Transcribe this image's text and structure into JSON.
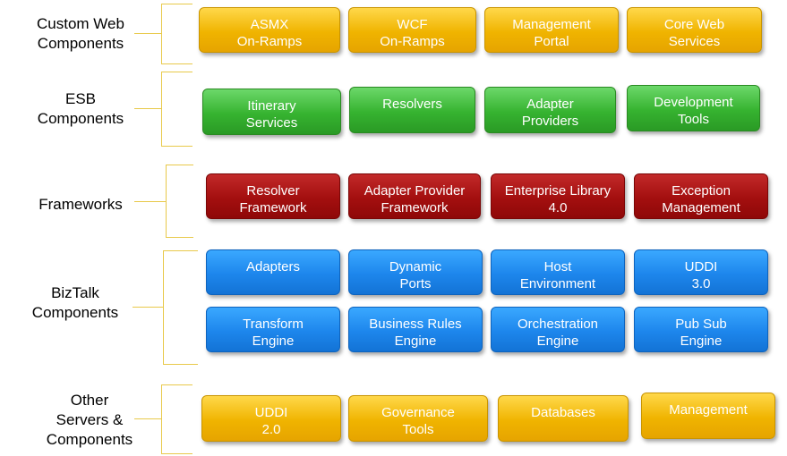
{
  "layers": [
    {
      "label": "Custom Web\nComponents",
      "boxes": [
        "ASMX\nOn-Ramps",
        "WCF\nOn-Ramps",
        "Management\nPortal",
        "Core Web\nServices"
      ]
    },
    {
      "label": "ESB\nComponents",
      "boxes": [
        "Itinerary\nServices",
        "Resolvers",
        "Adapter\nProviders",
        "Development\nTools"
      ]
    },
    {
      "label": "Frameworks",
      "boxes": [
        "Resolver\nFramework",
        "Adapter Provider\nFramework",
        "Enterprise Library\n4.0",
        "Exception\nManagement"
      ]
    },
    {
      "label": "BizTalk\nComponents",
      "boxes": [
        "Adapters",
        "Dynamic\nPorts",
        "Host\nEnvironment",
        "UDDI\n3.0",
        "Transform\nEngine",
        "Business Rules\nEngine",
        "Orchestration\nEngine",
        "Pub Sub\nEngine"
      ]
    },
    {
      "label": "Other\nServers &\nComponents",
      "boxes": [
        "UDDI\n2.0",
        "Governance\nTools",
        "Databases",
        "Management"
      ]
    }
  ],
  "colors": {
    "yellow": "#f0b400",
    "green": "#36b330",
    "red": "#a30f0f",
    "blue": "#1d86ec",
    "bracket": "#e8c94a"
  }
}
